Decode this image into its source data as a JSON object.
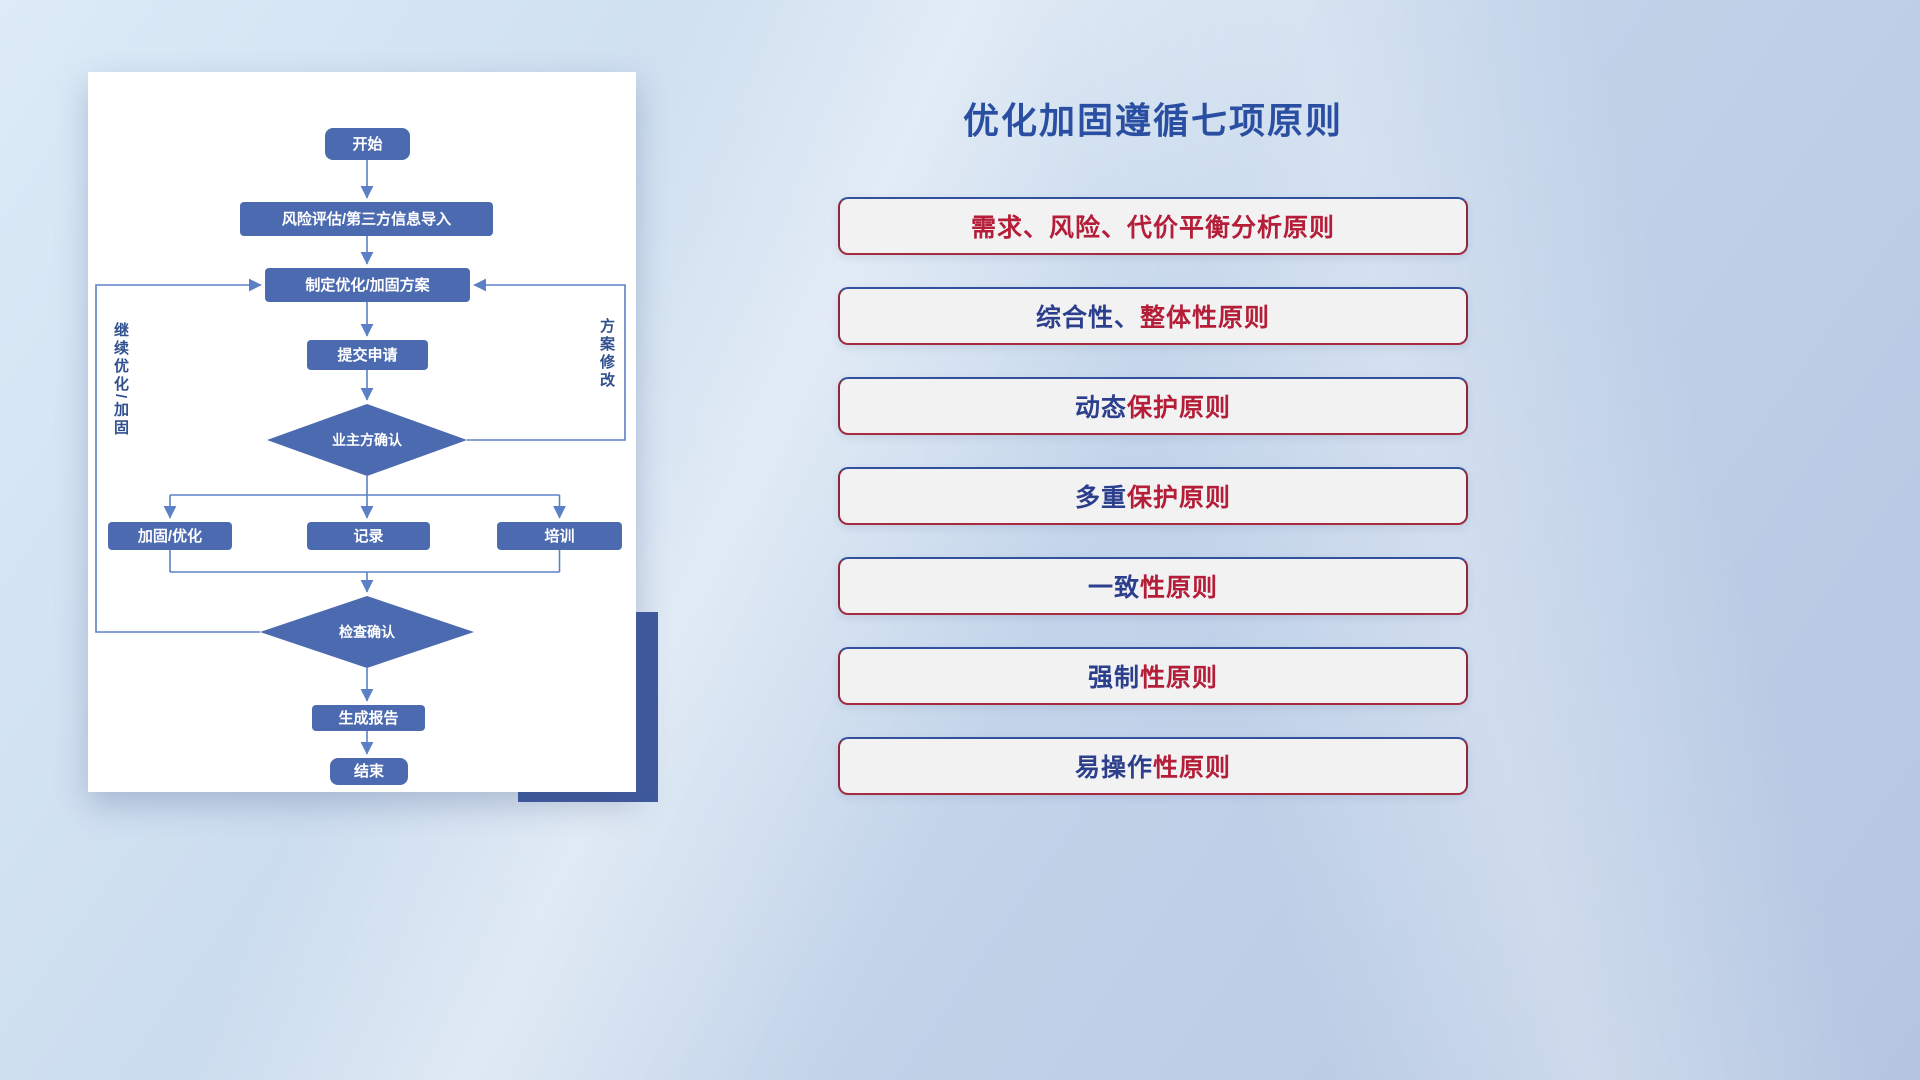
{
  "theme": {
    "node_fill": "#4c6ab0",
    "node_text": "#ffffff",
    "connector": "#5b80c6",
    "card_accent": "#3f5a9e",
    "title_color": "#2a4fa2",
    "principle_red": "#b51e38",
    "principle_navy": "#2b3f8c",
    "principle_box_bg": "#f2f2f3",
    "principle_border": "#a62a40"
  },
  "flowchart": {
    "nodes": {
      "start": "开始",
      "risk_import": "风险评估/第三方信息导入",
      "make_plan": "制定优化/加固方案",
      "submit": "提交申请",
      "owner_confirm": "业主方确认",
      "harden": "加固/优化",
      "record": "记录",
      "training": "培训",
      "check_confirm": "检查确认",
      "report": "生成报告",
      "end": "结束"
    },
    "edge_labels": {
      "continue_optimize": "继续优化/加固",
      "plan_revision": "方案修改"
    }
  },
  "panel": {
    "title": "优化加固遵循七项原则",
    "principles": [
      {
        "parts": [
          {
            "text": "需求、风险、代价平衡分析原则",
            "color": "red"
          }
        ]
      },
      {
        "parts": [
          {
            "text": "综合性、",
            "color": "navy"
          },
          {
            "text": "整体性原则",
            "color": "red"
          }
        ]
      },
      {
        "parts": [
          {
            "text": "动态",
            "color": "navy"
          },
          {
            "text": "保护原则",
            "color": "red"
          }
        ]
      },
      {
        "parts": [
          {
            "text": "多重",
            "color": "navy"
          },
          {
            "text": "保护原则",
            "color": "red"
          }
        ]
      },
      {
        "parts": [
          {
            "text": "一致",
            "color": "navy"
          },
          {
            "text": "性原则",
            "color": "red"
          }
        ]
      },
      {
        "parts": [
          {
            "text": "强制",
            "color": "navy"
          },
          {
            "text": "性原则",
            "color": "red"
          }
        ]
      },
      {
        "parts": [
          {
            "text": "易操作",
            "color": "navy"
          },
          {
            "text": "性原则",
            "color": "red"
          }
        ]
      }
    ]
  }
}
